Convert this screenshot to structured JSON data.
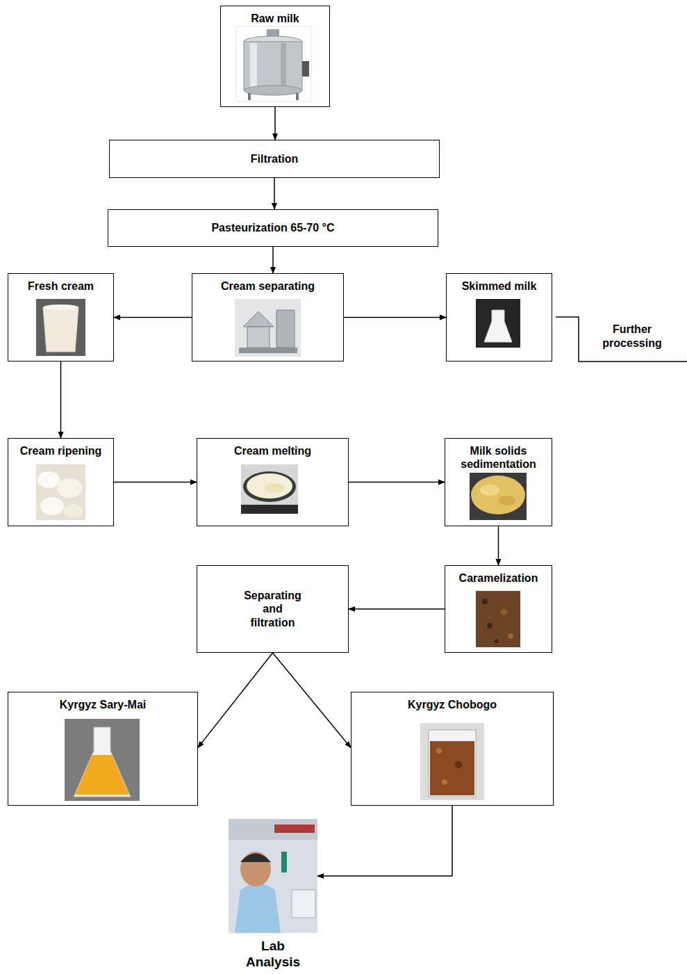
{
  "diagram": {
    "nodes": [
      {
        "text": [
          "Raw milk"
        ]
      },
      {
        "text": [
          "Filtration"
        ]
      },
      {
        "text": [
          "Pasteurization 65-70 °C"
        ]
      },
      {
        "text": [
          "Fresh cream"
        ]
      },
      {
        "text": [
          "Cream separating"
        ]
      },
      {
        "text": [
          "Skimmed milk"
        ]
      },
      {
        "text": [
          "Cream ripening"
        ]
      },
      {
        "text": [
          "Cream melting"
        ]
      },
      {
        "text": [
          "Milk solids sedimentation"
        ]
      },
      {
        "text": [
          "Caramelization"
        ]
      },
      {
        "text": [
          "Separating and filtration"
        ]
      },
      {
        "text": [
          "Kyrgyz Sary-Mai"
        ]
      },
      {
        "text": [
          "Kyrgyz Chobogo"
        ]
      },
      {
        "text": [
          "Lab Analysis"
        ]
      }
    ],
    "edges": [
      {
        "from": 0,
        "to": 1,
        "arrow": "to"
      },
      {
        "from": 1,
        "to": 2,
        "arrow": "to"
      },
      {
        "from": 2,
        "to": 4,
        "arrow": "to"
      },
      {
        "from": 4,
        "to": 3,
        "arrow": "to"
      },
      {
        "from": 4,
        "to": 5,
        "arrow": "to"
      },
      {
        "from": 3,
        "to": 6,
        "arrow": "to"
      },
      {
        "from": 6,
        "to": 7,
        "arrow": "to"
      },
      {
        "from": 7,
        "to": 8,
        "arrow": "to"
      },
      {
        "from": 8,
        "to": 9,
        "arrow": "to"
      },
      {
        "from": 9,
        "to": 10,
        "arrow": "to"
      },
      {
        "from": 10,
        "to": 11,
        "arrow": "to"
      },
      {
        "from": 10,
        "to": 12,
        "arrow": "to"
      },
      {
        "from": 12,
        "to": 13,
        "arrow": "to"
      }
    ],
    "labels": [
      "Further processing"
    ]
  }
}
